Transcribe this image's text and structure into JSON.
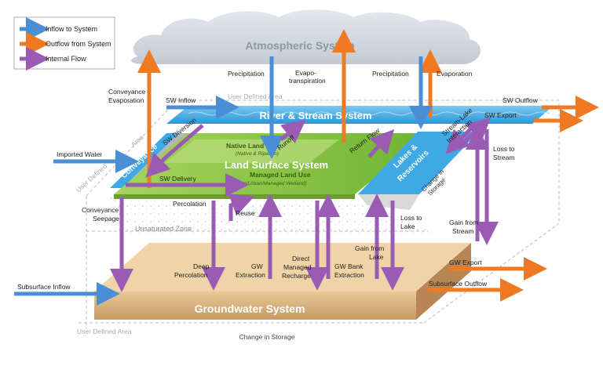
{
  "legend": {
    "inflow": "Inflow to System",
    "outflow": "Outflow from System",
    "internal": "Internal Flow"
  },
  "colors": {
    "inflow": "#4a8fd6",
    "outflow": "#f07a22",
    "internal": "#9a5bb5",
    "river": "#3fa9e6",
    "land": "#8cc63f",
    "ground": "#c69c6d",
    "cloud": "#d9dfe6",
    "lakes": "#3fa9e6"
  },
  "systems": {
    "atmosphere": "Atmospheric System",
    "river": "River  &  Stream  System",
    "land": "Land Surface System",
    "ground": "Groundwater System",
    "lakes_1": "Lakes &",
    "lakes_2": "Reservoirs",
    "conveyance": "Conveyance",
    "native": "Native Land Use",
    "native_sub": "(Native & Riparian)",
    "managed": "Managed Land Use",
    "managed_sub": "(Ag/Urban/Managed Wetland)",
    "unsat": "Unsaturated Zone",
    "udf_top": "User Defined Area",
    "udf_left_1": "User Defined",
    "udf_left_2": "Area",
    "udf_bottom": "User Defined Area"
  },
  "labels": {
    "precip_1": "Precipitation",
    "precip_2": "Precipitation",
    "evapo_1": "Evapo-",
    "evapo_2": "transpiration",
    "evaporation": "Evaporation",
    "conv_evap_1": "Conveyance",
    "conv_evap_2": "Evaporation",
    "sw_inflow": "SW Inflow",
    "sw_diversion": "SW Diversion",
    "imported_water": "Imported Water",
    "runoff": "Runoff",
    "return_flow": "Return Flow",
    "stream_lake_1": "Stream-Lake",
    "stream_lake_2": "Interaction",
    "sw_outflow": "SW Outflow",
    "sw_export": "SW Export",
    "loss_stream_1": "Loss to",
    "loss_stream_2": "Stream",
    "change_storage_lake_1": "Change in",
    "change_storage_lake_2": "Storage",
    "sw_delivery": "SW Delivery",
    "conv_seep_1": "Conveyance",
    "conv_seep_2": "Seepage",
    "percolation": "Percolation",
    "reuse": "Reuse",
    "loss_lake_1": "Loss to",
    "loss_lake_2": "Lake",
    "gain_stream_1": "Gain from",
    "gain_stream_2": "Stream",
    "gain_lake_1": "Gain from",
    "gain_lake_2": "Lake",
    "deep_perc_1": "Deep",
    "deep_perc_2": "Percolation",
    "gw_extract_1": "GW",
    "gw_extract_2": "Extraction",
    "dmr_1": "Direct",
    "dmr_2": "Managed",
    "dmr_3": "Recharge",
    "gwbank_1": "GW Bank",
    "gwbank_2": "Extraction",
    "gw_export": "GW Export",
    "subsurface_inflow": "Subsurface Inflow",
    "subsurface_outflow": "Subsurface Outflow",
    "change_storage_gw": "Change in Storage"
  }
}
